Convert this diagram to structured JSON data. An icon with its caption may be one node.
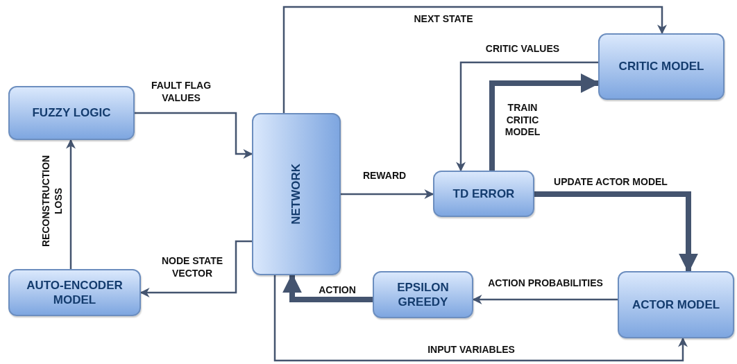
{
  "diagram": {
    "nodes": [
      {
        "text": [
          "FUZZY LOGIC"
        ]
      },
      {
        "text": [
          "AUTO-ENCODER MODEL"
        ]
      },
      {
        "text": [
          "NETWORK"
        ]
      },
      {
        "text": [
          "CRITIC MODEL"
        ]
      },
      {
        "text": [
          "TD ERROR"
        ]
      },
      {
        "text": [
          "EPSILON GREEDY"
        ]
      },
      {
        "text": [
          "ACTOR MODEL"
        ]
      }
    ],
    "edges": [
      {
        "from": 0,
        "to": 2,
        "arrow": "to",
        "label": "FAULT FLAG VALUES"
      },
      {
        "from": 2,
        "to": 1,
        "arrow": "to",
        "label": "NODE STATE VECTOR"
      },
      {
        "from": 1,
        "to": 0,
        "arrow": "to",
        "label": "RECONSTRUCTION LOSS"
      },
      {
        "from": 2,
        "to": 3,
        "arrow": "to",
        "label": "NEXT STATE"
      },
      {
        "from": 3,
        "to": 4,
        "arrow": "to",
        "label": "CRITIC VALUES"
      },
      {
        "from": 4,
        "to": 3,
        "arrow": "to",
        "label": "TRAIN CRITIC MODEL",
        "style": "thick"
      },
      {
        "from": 2,
        "to": 4,
        "arrow": "to",
        "label": "REWARD"
      },
      {
        "from": 4,
        "to": 6,
        "arrow": "to",
        "label": "UPDATE ACTOR MODEL",
        "style": "thick"
      },
      {
        "from": 6,
        "to": 5,
        "arrow": "to",
        "label": "ACTION PROBABILITIES"
      },
      {
        "from": 5,
        "to": 2,
        "arrow": "to",
        "label": "ACTION",
        "style": "thick"
      },
      {
        "from": 2,
        "to": 6,
        "arrow": "to",
        "label": "INPUT VARIABLES"
      }
    ]
  }
}
